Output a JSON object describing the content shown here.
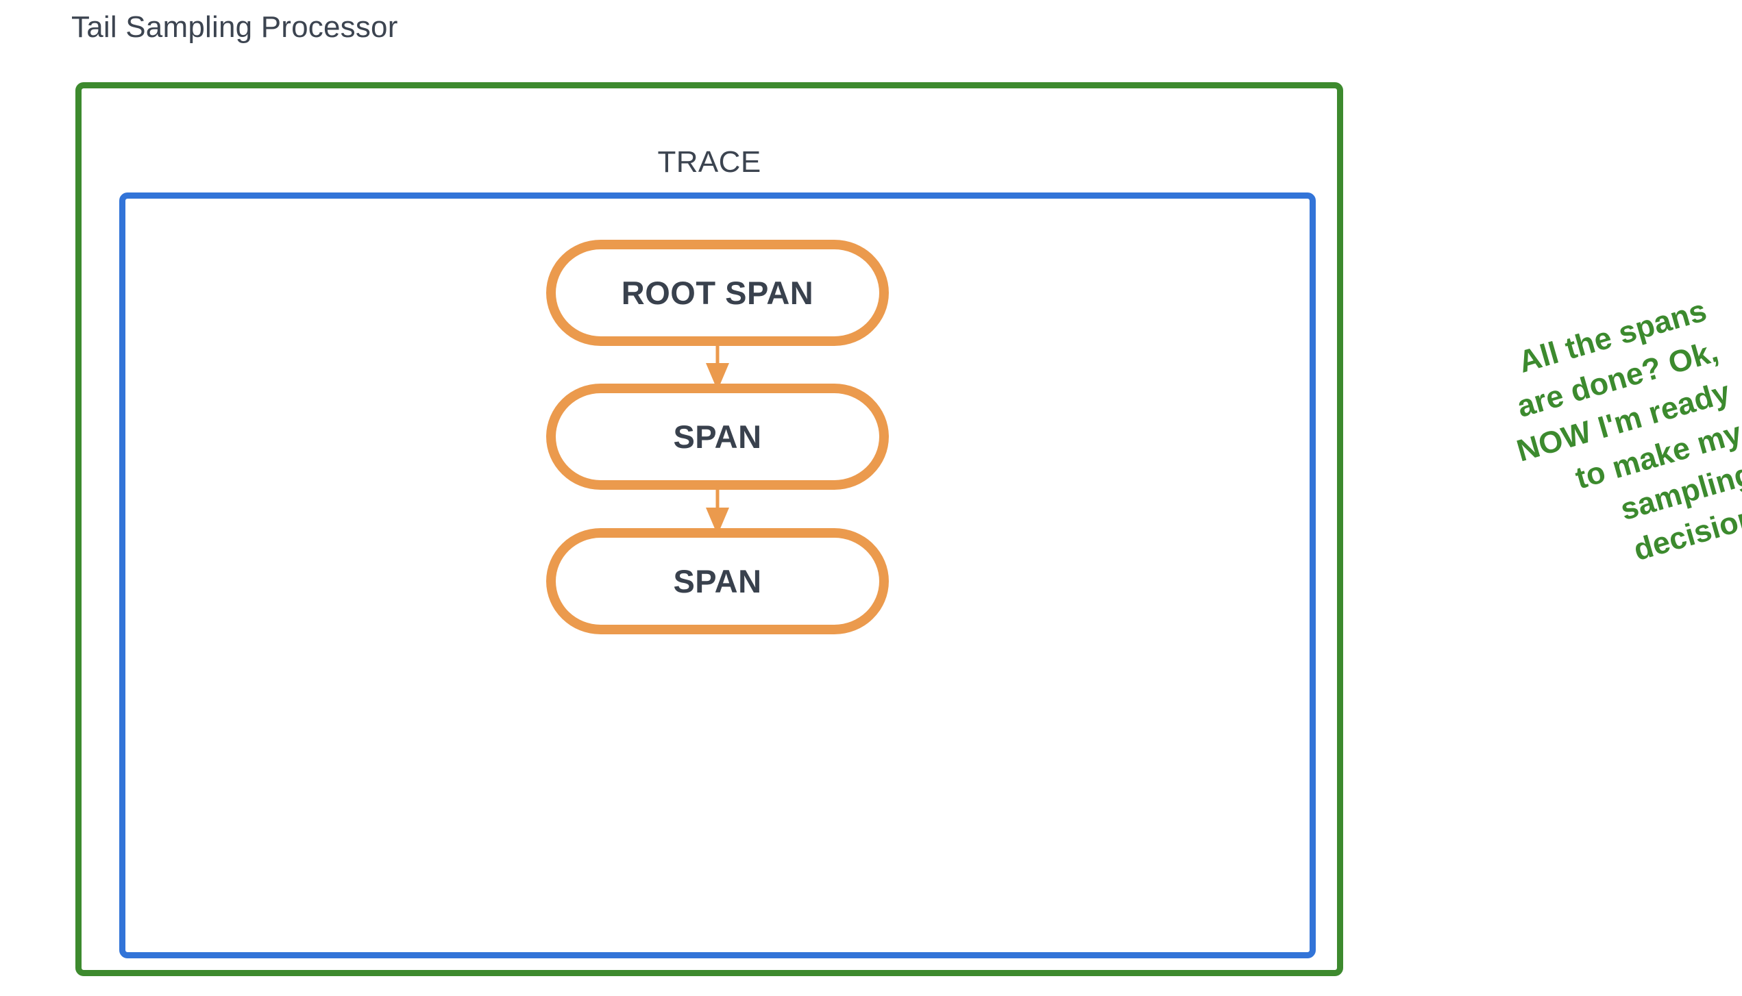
{
  "diagram": {
    "type": "flow-diagram",
    "title": "Tail Sampling Processor",
    "outer_box": {
      "name": "Tail Sampling Processor",
      "border_color": "#3d8a2e"
    },
    "trace": {
      "label": "TRACE",
      "border_color": "#3274d8"
    },
    "spans": [
      {
        "label": "ROOT SPAN",
        "border_color": "#eb9a4d"
      },
      {
        "label": "SPAN",
        "border_color": "#eb9a4d"
      },
      {
        "label": "SPAN",
        "border_color": "#eb9a4d"
      }
    ],
    "connectors": [
      {
        "from": "ROOT SPAN",
        "to": "SPAN",
        "style": "arrow-down",
        "color": "#eb9a4d"
      },
      {
        "from": "SPAN",
        "to": "SPAN",
        "style": "arrow-down",
        "color": "#eb9a4d"
      }
    ],
    "annotation": {
      "color": "#3c8a2e",
      "rotation_deg": -16,
      "text": "All the spans are done? Ok, NOW I'm ready to make my sampling decision.",
      "lines": [
        "All the spans",
        "are done? Ok,",
        "NOW I'm ready",
        "to make my",
        "sampling",
        "decision."
      ]
    },
    "text_color": "#3c4450",
    "span_text_color": "#39414d"
  }
}
